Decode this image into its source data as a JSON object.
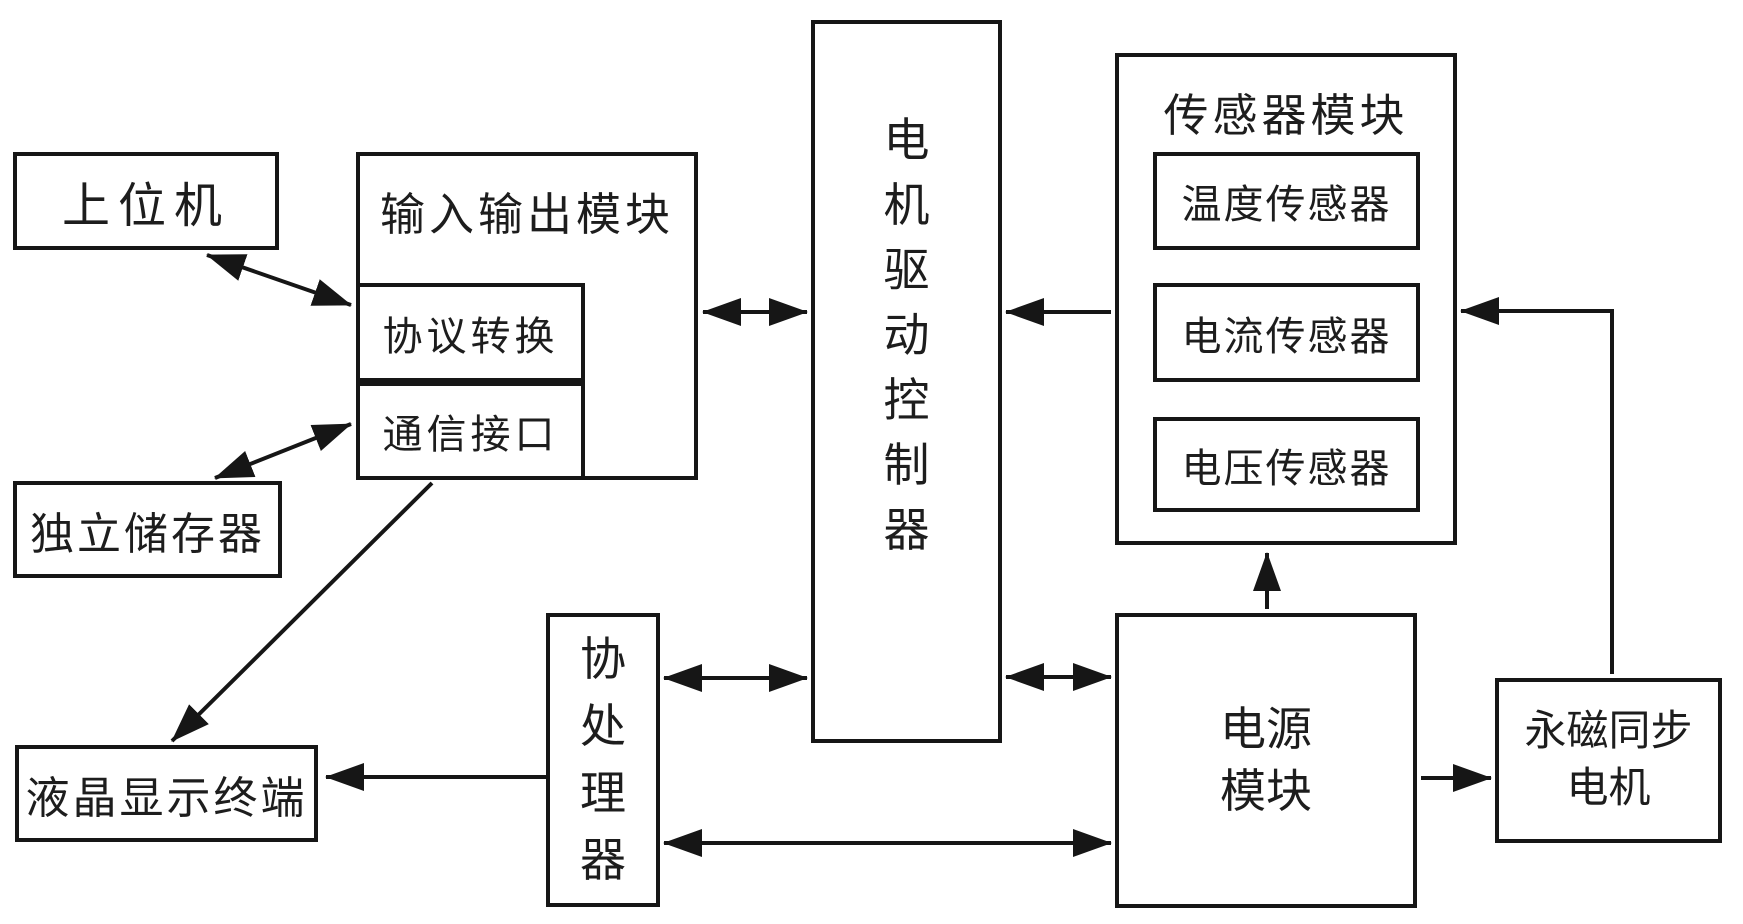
{
  "nodes": {
    "host": {
      "label": "上位机"
    },
    "storage": {
      "label": "独立储存器"
    },
    "lcd": {
      "label": "液晶显示终端"
    },
    "io_module": {
      "title": "输入输出模块",
      "protocol": "协议转换",
      "comm": "通信接口"
    },
    "coprocessor": {
      "label": "协处理器"
    },
    "motor_driver": {
      "label": "电机驱动控制器"
    },
    "sensor_module": {
      "title": "传感器模块",
      "temperature": "温度传感器",
      "current": "电流传感器",
      "voltage": "电压传感器"
    },
    "power": {
      "label": "电源模块"
    },
    "pm_motor": {
      "label": "永磁同步电机"
    }
  },
  "connections": [
    {
      "from": "上位机",
      "to": "协议转换",
      "type": "bidirectional"
    },
    {
      "from": "独立储存器",
      "to": "通信接口",
      "type": "bidirectional"
    },
    {
      "from": "通信接口",
      "to": "液晶显示终端",
      "type": "one-way"
    },
    {
      "from": "协处理器",
      "to": "液晶显示终端",
      "type": "one-way"
    },
    {
      "from": "输入输出模块",
      "to": "电机驱动控制器",
      "type": "bidirectional"
    },
    {
      "from": "传感器模块",
      "to": "电机驱动控制器",
      "type": "one-way"
    },
    {
      "from": "协处理器",
      "to": "电机驱动控制器",
      "type": "bidirectional"
    },
    {
      "from": "电机驱动控制器",
      "to": "电源模块",
      "type": "bidirectional"
    },
    {
      "from": "协处理器",
      "to": "电源模块",
      "type": "bidirectional"
    },
    {
      "from": "电源模块",
      "to": "传感器模块",
      "type": "one-way"
    },
    {
      "from": "电源模块",
      "to": "永磁同步电机",
      "type": "one-way"
    },
    {
      "from": "永磁同步电机",
      "to": "传感器模块",
      "type": "one-way"
    }
  ],
  "colors": {
    "line": "#161616",
    "background": "#ffffff",
    "text": "#1d1d1d"
  }
}
